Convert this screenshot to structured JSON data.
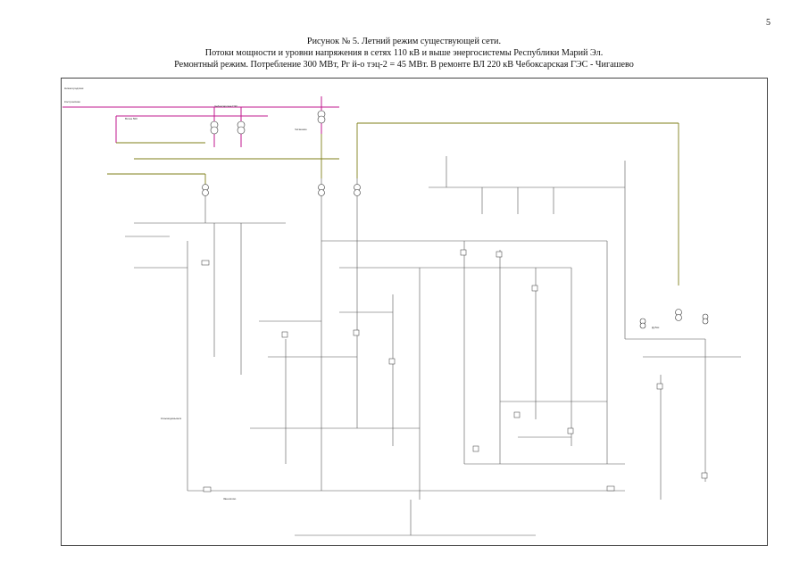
{
  "page": {
    "number": "5"
  },
  "title": {
    "line1": "Рисунок № 5. Летний режим существующей сети.",
    "line2": "Потоки мощности и уровни напряжения в сетях 110 кВ и выше энергосистемы Республики Марий Эл.",
    "line3": "Ремонтный режим. Потребление 300 МВт, Рг й-о тэц-2 = 45 МВт. В ремонте ВЛ 220 кВ Чебоксарская ГЭС - Чигашево"
  },
  "colors": {
    "line_500": "#c2188f",
    "line_220": "#7f7f1a",
    "line_110": "#555555",
    "label_red": "#c0392b",
    "label_blue": "#2b3e9e"
  },
  "legend_text": {
    "top_left_1": "Нижегородская",
    "top_left_2": "Костромская",
    "node_a": "Вятка 500",
    "node_b": "Чигашево",
    "node_c": "Чебоксарская ГЭС",
    "node_d": "Дубки",
    "node_e": "Козьмодемьянск",
    "node_f": "Звенигово"
  }
}
